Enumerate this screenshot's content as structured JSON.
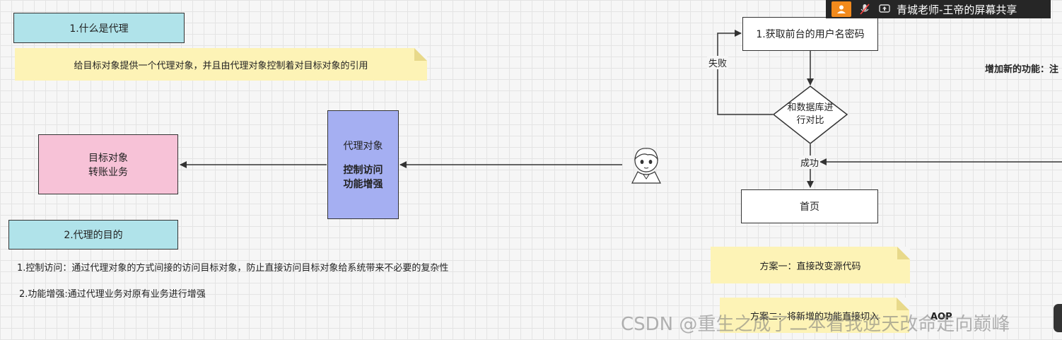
{
  "share_bar": {
    "text": "青城老师-王帝的屏幕共享"
  },
  "left": {
    "box1": "1.什么是代理",
    "note1": "给目标对象提供一个代理对象，并且由代理对象控制着对目标对象的引用",
    "target_box": {
      "line1": "目标对象",
      "line2": "转账业务"
    },
    "proxy_box": {
      "title": "代理对象",
      "line1": "控制访问",
      "line2": "功能增强"
    },
    "box2": "2.代理的目的",
    "purpose1": "1.控制访问：通过代理对象的方式间接的访问目标对象，防止直接访问目标对象给系统带来不必要的复杂性",
    "purpose2": "2.功能增强:通过代理业务对原有业务进行增强"
  },
  "flow": {
    "step1": "1.获取前台的用户名密码",
    "fail_label": "失败",
    "decision_line1": "和数据库进",
    "decision_line2": "行对比",
    "success_label": "成功",
    "home": "首页",
    "plan1": "方案一：直接改变源代码",
    "plan2": "方案二：将新增的功能直接切入",
    "aop": "AOP",
    "new_feature": "增加新的功能：注"
  },
  "watermark": "CSDN @重生之成了二本看我逆天改命走向巅峰",
  "colors": {
    "cyan": "#b0e3ea",
    "note_yellow": "#fdf3b6",
    "pink": "#f7c2d7",
    "proxy_blue": "#a5aff2"
  }
}
